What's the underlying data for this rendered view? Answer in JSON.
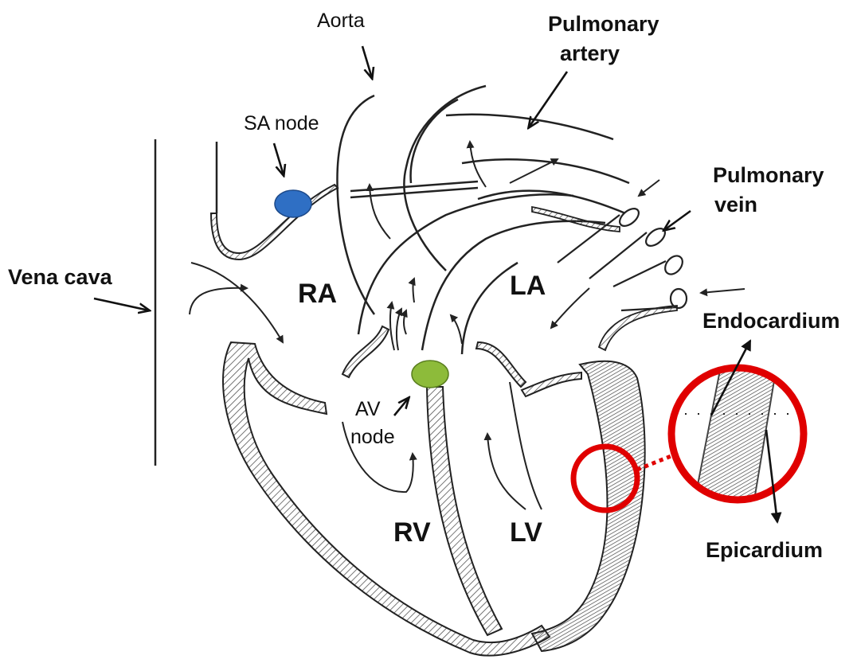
{
  "labels": {
    "aorta": "Aorta",
    "pulmonary_artery_line1": "Pulmonary",
    "pulmonary_artery_line2": "artery",
    "sa_node": "SA node",
    "pulmonary_vein_line1": "Pulmonary",
    "pulmonary_vein_line2": "vein",
    "vena_cava": "Vena cava",
    "ra": "RA",
    "la": "LA",
    "av_node_line1": "AV",
    "av_node_line2": "node",
    "rv": "RV",
    "lv": "LV",
    "endocardium": "Endocardium",
    "epicardium": "Epicardium"
  },
  "colors": {
    "outline": "#222222",
    "hatch": "#555555",
    "sa_node": "#2f6fc4",
    "av_node": "#8dbb3a",
    "magnifier": "#e00000"
  }
}
